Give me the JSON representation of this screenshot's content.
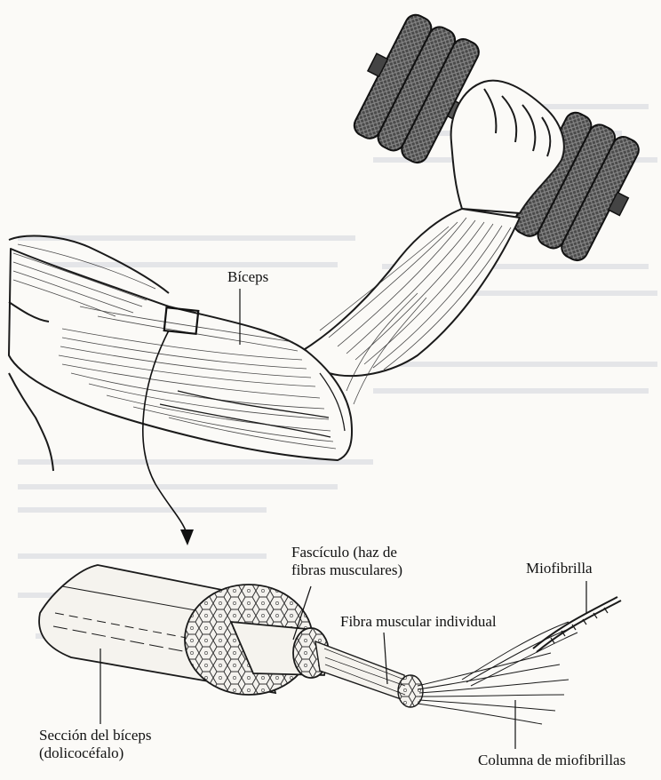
{
  "labels": {
    "biceps": "Bíceps",
    "fasciculo_line1": "Fascículo (haz de",
    "fasciculo_line2": "fibras musculares)",
    "fibra": "Fibra muscular individual",
    "miofibrilla": "Miofibrilla",
    "seccion_line1": "Sección del bíceps",
    "seccion_line2": "(dolicocéfalo)",
    "columna": "Columna de miofibrillas"
  },
  "colors": {
    "ink": "#1a1a1a",
    "paper": "#fbfaf7",
    "dumbbell": "#3c3c3c",
    "bleed_through": "#c9cdd6"
  }
}
